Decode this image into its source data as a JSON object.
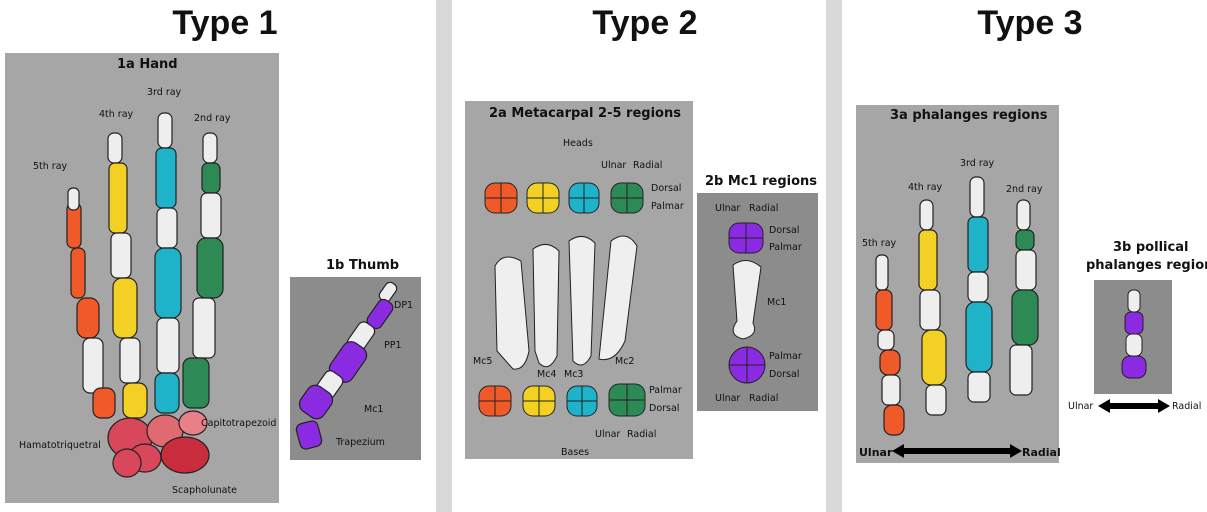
{
  "type1": {
    "title": "Type 1",
    "hand": {
      "title": "1a Hand",
      "rays": [
        "5th ray",
        "4th ray",
        "3rd ray",
        "2nd ray"
      ],
      "carpals": [
        "Hamatotriquetral",
        "Capitotrapezoid",
        "Scapholunate"
      ]
    },
    "thumb": {
      "title": "1b Thumb",
      "labels": [
        "DP1",
        "PP1",
        "Mc1",
        "Trapezium"
      ]
    }
  },
  "type2": {
    "title": "Type 2",
    "metacarpal": {
      "title": "2a Metacarpal 2-5 regions",
      "heads": "Heads",
      "bases": "Bases",
      "ulnar": "Ulnar",
      "radial": "Radial",
      "dorsal": "Dorsal",
      "palmar": "Palmar",
      "bones": [
        "Mc5",
        "Mc4",
        "Mc3",
        "Mc2"
      ]
    },
    "mc1": {
      "title": "2b Mc1 regions",
      "ulnar": "Ulnar",
      "radial": "Radial",
      "dorsal": "Dorsal",
      "palmar": "Palmar",
      "bone": "Mc1"
    }
  },
  "type3": {
    "title": "Type 3",
    "phalanges": {
      "title": "3a phalanges regions",
      "rays": [
        "5th ray",
        "4th ray",
        "3rd ray",
        "2nd ray"
      ],
      "ulnar": "Ulnar",
      "radial": "Radial"
    },
    "pollical": {
      "title_line1": "3b pollical",
      "title_line2": "phalanges regions",
      "ulnar": "Ulnar",
      "radial": "Radial"
    }
  },
  "colors": {
    "orange": "#f05a28",
    "yellow": "#f2d024",
    "cyan": "#1fb3c9",
    "green": "#2d8a55",
    "purple": "#8a2be2",
    "carpal_red": "#d8475a",
    "panel_bg": "#a6a6a6",
    "panel_bg_dark": "#8c8c8c"
  }
}
